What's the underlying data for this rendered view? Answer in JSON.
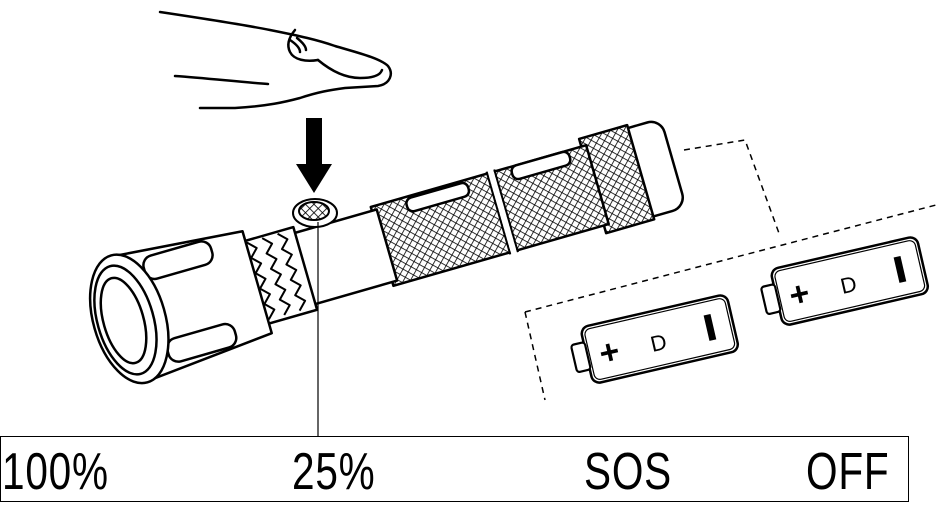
{
  "modes": [
    "100%",
    "25%",
    "SOS",
    "OFF"
  ],
  "battery": {
    "type_label": "D",
    "count": 2,
    "positive_symbol": "+"
  },
  "icons": {
    "hand": "finger-pressing-icon",
    "arrow": "down-arrow-icon",
    "button": "power-switch-button",
    "flashlight": "flashlight-icon"
  }
}
